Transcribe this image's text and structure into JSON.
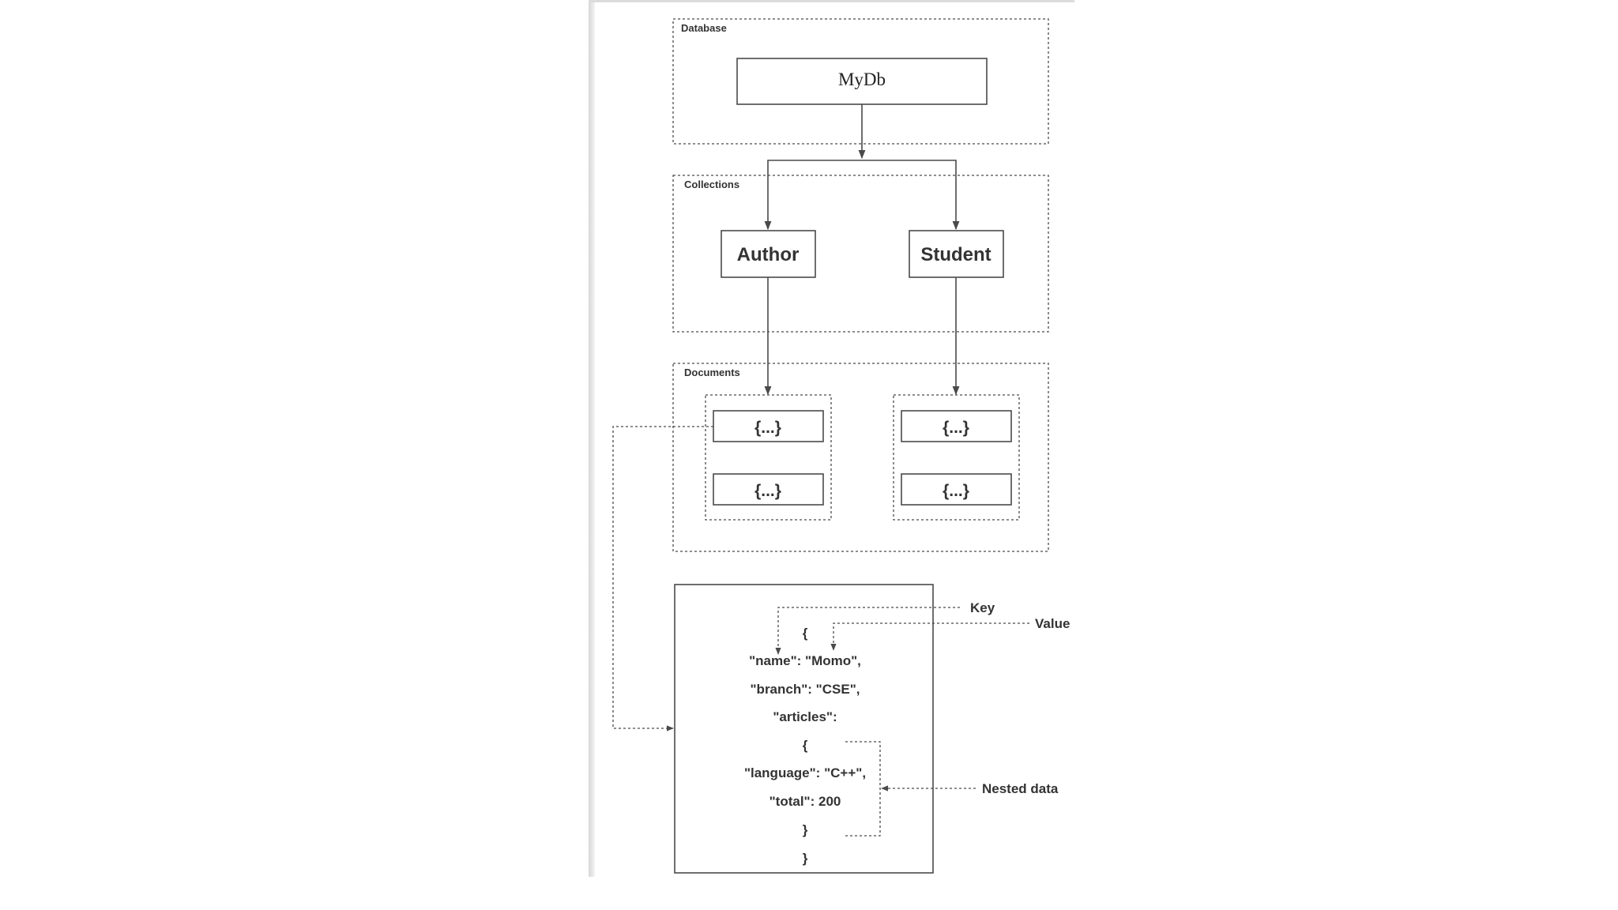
{
  "database": {
    "group_label": "Database",
    "name": "MyDb"
  },
  "collections": {
    "group_label": "Collections",
    "items": [
      "Author",
      "Student"
    ]
  },
  "documents": {
    "group_label": "Documents",
    "placeholder": "{...}"
  },
  "sample_document": {
    "lines": [
      "{",
      "\"name\": \"Momo\",",
      "\"branch\": \"CSE\",",
      "\"articles\":",
      "{",
      "\"language\": \"C++\",",
      "\"total\": 200",
      "}",
      "}"
    ]
  },
  "annotations": {
    "key": "Key",
    "value": "Value",
    "nested": "Nested data"
  }
}
